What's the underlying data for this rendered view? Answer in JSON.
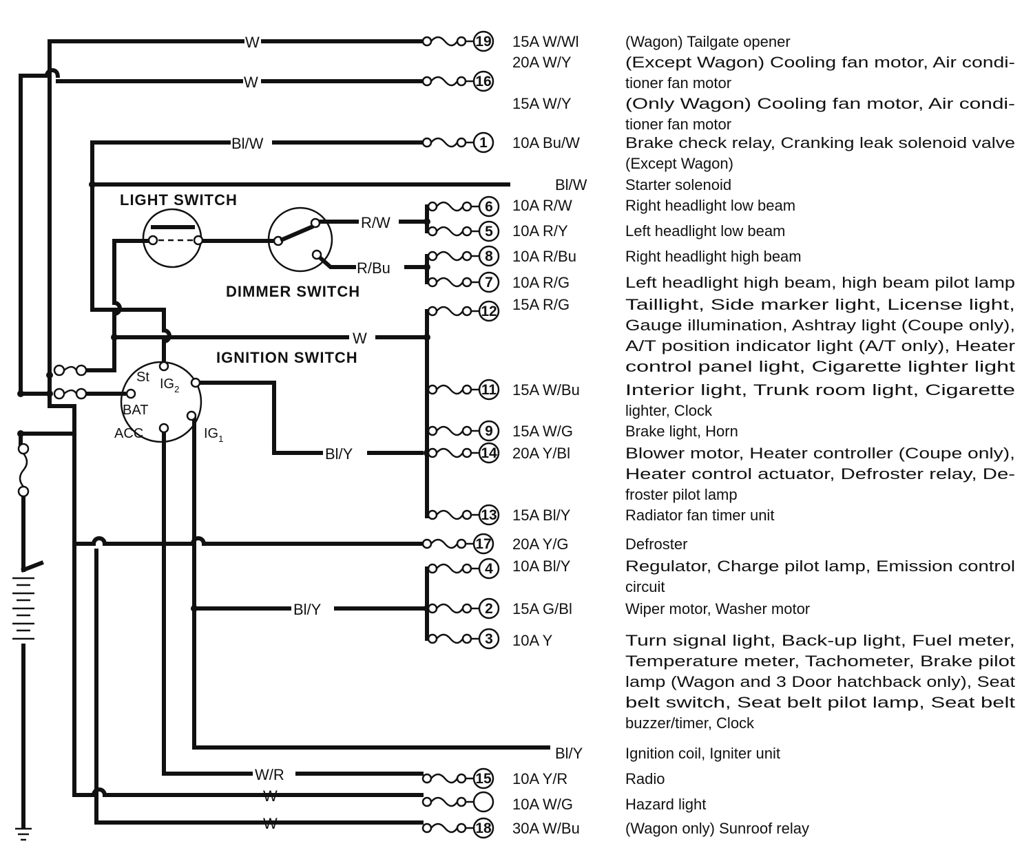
{
  "components": {
    "light_switch": "LIGHT SWITCH",
    "dimmer_switch": "DIMMER SWITCH",
    "ignition_switch": "IGNITION SWITCH"
  },
  "terminals": {
    "st": "St",
    "ig2": "IG",
    "ig2_sub": "2",
    "bat": "BAT",
    "acc": "ACC",
    "ig1": "IG",
    "ig1_sub": "1"
  },
  "wire_labels": {
    "w19": "W",
    "w16": "W",
    "blw1": "Bl/W",
    "rw": "R/W",
    "rbu": "R/Bu",
    "wbus": "W",
    "bly14": "Bl/Y",
    "bly_ig1": "Bl/Y",
    "wr": "W/R",
    "w_hazard": "W",
    "w18": "W"
  },
  "circuits": [
    {
      "fuse": "19",
      "spec": "15A W/Wl",
      "desc": [
        "(Wagon) Tailgate opener"
      ]
    },
    {
      "fuse": "16",
      "spec": "20A W/Y",
      "desc": [
        "(Except Wagon) Cooling fan motor, Air condi-",
        "tioner fan motor"
      ]
    },
    {
      "fuse": "",
      "spec": "15A W/Y",
      "desc": [
        "(Only Wagon) Cooling fan motor, Air condi-",
        "tioner fan motor"
      ]
    },
    {
      "fuse": "1",
      "spec": "10A Bu/W",
      "desc": [
        "Brake check relay, Cranking leak solenoid valve",
        "(Except Wagon)"
      ]
    },
    {
      "fuse": "",
      "spec": "Bl/W",
      "desc": [
        "Starter solenoid"
      ]
    },
    {
      "fuse": "6",
      "spec": "10A R/W",
      "desc": [
        "Right headlight low beam"
      ]
    },
    {
      "fuse": "5",
      "spec": "10A R/Y",
      "desc": [
        "Left headlight low beam"
      ]
    },
    {
      "fuse": "8",
      "spec": "10A R/Bu",
      "desc": [
        "Right headlight high beam"
      ]
    },
    {
      "fuse": "7",
      "spec": "10A R/G",
      "desc": [
        "Left headlight high beam, high beam pilot lamp"
      ]
    },
    {
      "fuse": "12",
      "spec": "15A R/G",
      "desc": [
        "Taillight, Side marker light, License light,",
        "Gauge illumination, Ashtray light (Coupe only),",
        "A/T position indicator light (A/T only), Heater",
        "control panel light, Cigarette lighter light"
      ]
    },
    {
      "fuse": "11",
      "spec": "15A W/Bu",
      "desc": [
        "Interior light, Trunk room light, Cigarette",
        "lighter, Clock"
      ]
    },
    {
      "fuse": "9",
      "spec": "15A W/G",
      "desc": [
        "Brake light, Horn"
      ]
    },
    {
      "fuse": "14",
      "spec": "20A Y/Bl",
      "desc": [
        "Blower motor, Heater controller (Coupe only),",
        "Heater control actuator, Defroster relay, De-",
        "froster pilot lamp"
      ]
    },
    {
      "fuse": "13",
      "spec": "15A Bl/Y",
      "desc": [
        "Radiator fan timer unit"
      ]
    },
    {
      "fuse": "17",
      "spec": "20A Y/G",
      "desc": [
        "Defroster"
      ]
    },
    {
      "fuse": "4",
      "spec": "10A Bl/Y",
      "desc": [
        "Regulator, Charge pilot lamp, Emission control",
        "circuit"
      ]
    },
    {
      "fuse": "2",
      "spec": "15A G/Bl",
      "desc": [
        "Wiper motor, Washer motor"
      ]
    },
    {
      "fuse": "3",
      "spec": "10A Y",
      "desc": [
        "Turn signal light, Back-up light, Fuel meter,",
        "Temperature meter, Tachometer, Brake pilot",
        "lamp (Wagon and 3 Door hatchback only), Seat",
        "belt switch, Seat belt pilot lamp, Seat belt",
        "buzzer/timer, Clock"
      ]
    },
    {
      "fuse": "",
      "spec": "Bl/Y",
      "desc": [
        "Ignition coil, Igniter unit"
      ]
    },
    {
      "fuse": "15",
      "spec": "10A Y/R",
      "desc": [
        "Radio"
      ]
    },
    {
      "fuse": "",
      "spec": "10A W/G",
      "desc": [
        "Hazard light"
      ]
    },
    {
      "fuse": "18",
      "spec": "30A W/Bu",
      "desc": [
        "(Wagon only) Sunroof relay"
      ]
    }
  ]
}
